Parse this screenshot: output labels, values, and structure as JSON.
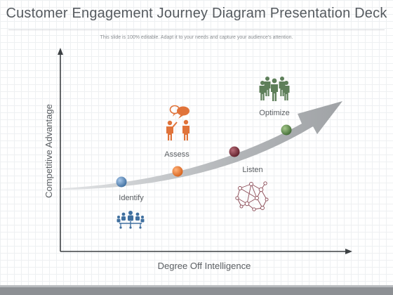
{
  "slide": {
    "title": "Customer Engagement Journey Diagram Presentation Deck",
    "subtitle": "This slide is 100% editable. Adapt it to your needs and capture your audience's attention."
  },
  "axes": {
    "y_label": "Competitive Advantage",
    "x_label": "Degree Off Intelligence"
  },
  "stages": [
    {
      "label": "Identify",
      "color": "#5a8fc8",
      "icon": "team-network-icon"
    },
    {
      "label": "Assess",
      "color": "#f07a2a",
      "icon": "discussion-people-icon"
    },
    {
      "label": "Listen",
      "color": "#7a2f3a",
      "icon": "network-nodes-icon"
    },
    {
      "label": "Optimize",
      "color": "#5f8a4a",
      "icon": "group-people-icon"
    }
  ],
  "colors": {
    "arrow": "#a7aaad",
    "axis": "#3d4144",
    "identify_icon": "#3f6f9f",
    "assess_icon": "#e0733a",
    "listen_icon": "#8a4a55",
    "optimize_icon": "#5e7f5a"
  }
}
